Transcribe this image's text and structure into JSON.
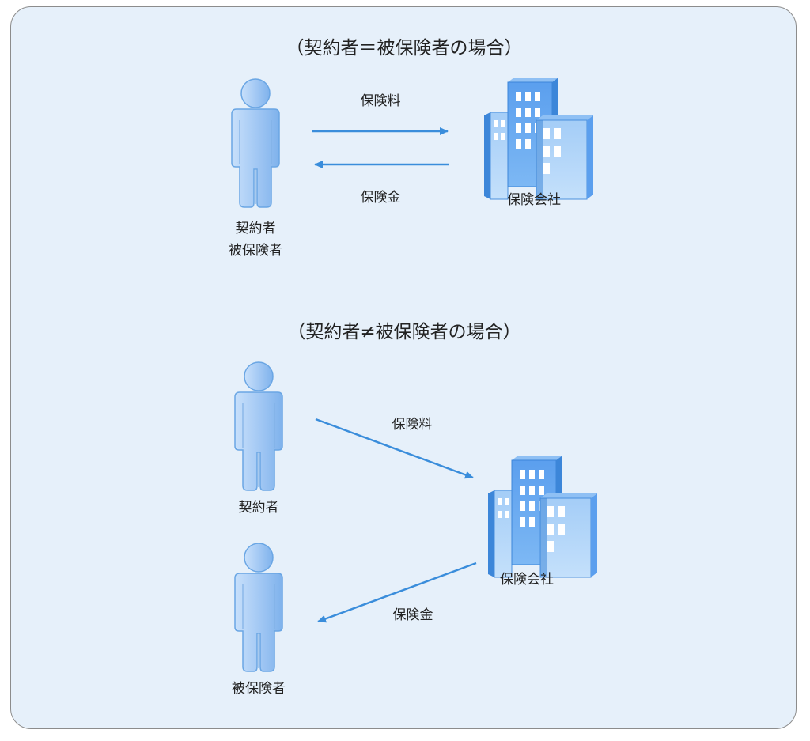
{
  "colors": {
    "background": "#e6f0fa",
    "border": "#8c8c8c",
    "arrow": "#3a8ddb",
    "figure_fill": "#a9cdf5",
    "figure_stroke": "#5f9fe0",
    "building_front": "#6aaaf0",
    "building_side": "#a8cff7",
    "building_dark": "#3c86d9"
  },
  "top_section": {
    "title": "（契約者＝被保険者の場合）",
    "premium_label": "保険料",
    "benefit_label": "保険金",
    "company_label": "保険会社",
    "person_label_line1": "契約者",
    "person_label_line2": "被保険者"
  },
  "bottom_section": {
    "title": "（契約者≠被保険者の場合）",
    "premium_label": "保険料",
    "benefit_label": "保険金",
    "company_label": "保険会社",
    "policyholder_label": "契約者",
    "insured_label": "被保険者"
  }
}
